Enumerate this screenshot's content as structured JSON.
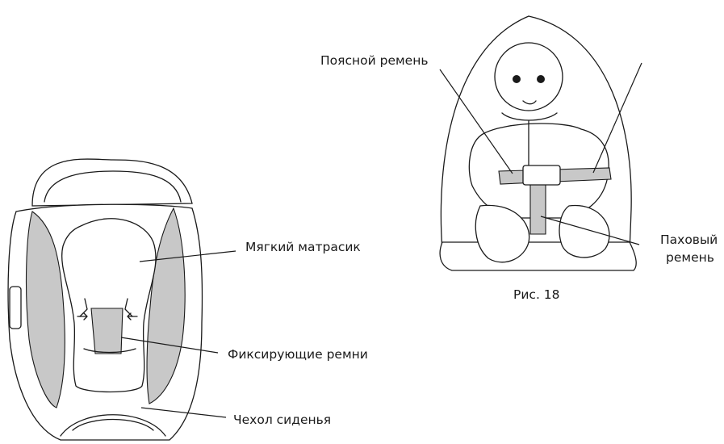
{
  "left_figure": {
    "labels": {
      "mattress": "Мягкий матрасик",
      "straps": "Фиксирующие ремни",
      "cover": "Чехол сиденья"
    }
  },
  "right_figure": {
    "labels": {
      "waist_belt": "Поясной ремень",
      "crotch_belt_line1": "Паховый",
      "crotch_belt_line2": "ремень"
    },
    "caption": "Рис. 18"
  },
  "colors": {
    "line": "#1a1a1a",
    "fill_gray": "#c8c8c8",
    "background": "#ffffff"
  }
}
